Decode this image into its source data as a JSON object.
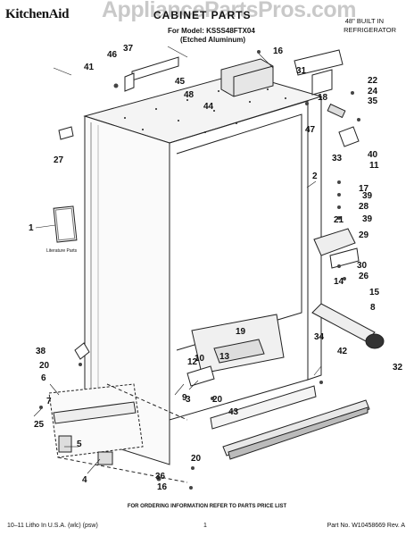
{
  "header": {
    "brand": "KitchenAid",
    "watermark": "AppliancePartsPros.com",
    "title": "CABINET PARTS",
    "model": "For Model: KSSS48FTX04",
    "finish": "(Etched Aluminum)",
    "spec_line1": "48\" BUILT IN",
    "spec_line2": "REFRIGERATOR"
  },
  "diagram": {
    "literature_label": "Literature Parts",
    "callouts": [
      "1",
      "2",
      "3",
      "4",
      "5",
      "6",
      "7",
      "8",
      "9",
      "10",
      "11",
      "12",
      "13",
      "14",
      "15",
      "16",
      "16",
      "17",
      "18",
      "19",
      "20",
      "20",
      "20",
      "21",
      "22",
      "24",
      "25",
      "26",
      "27",
      "28",
      "29",
      "30",
      "31",
      "32",
      "33",
      "34",
      "35",
      "36",
      "37",
      "38",
      "39",
      "39",
      "40",
      "41",
      "42",
      "43",
      "44",
      "45",
      "46",
      "47",
      "48"
    ]
  },
  "footer": {
    "note": "FOR ORDERING INFORMATION REFER TO PARTS PRICE LIST",
    "left": "10–11 Litho In U.S.A. (wlc) (psw)",
    "page": "1",
    "part_no": "Part No. W10458669 Rev. A"
  }
}
